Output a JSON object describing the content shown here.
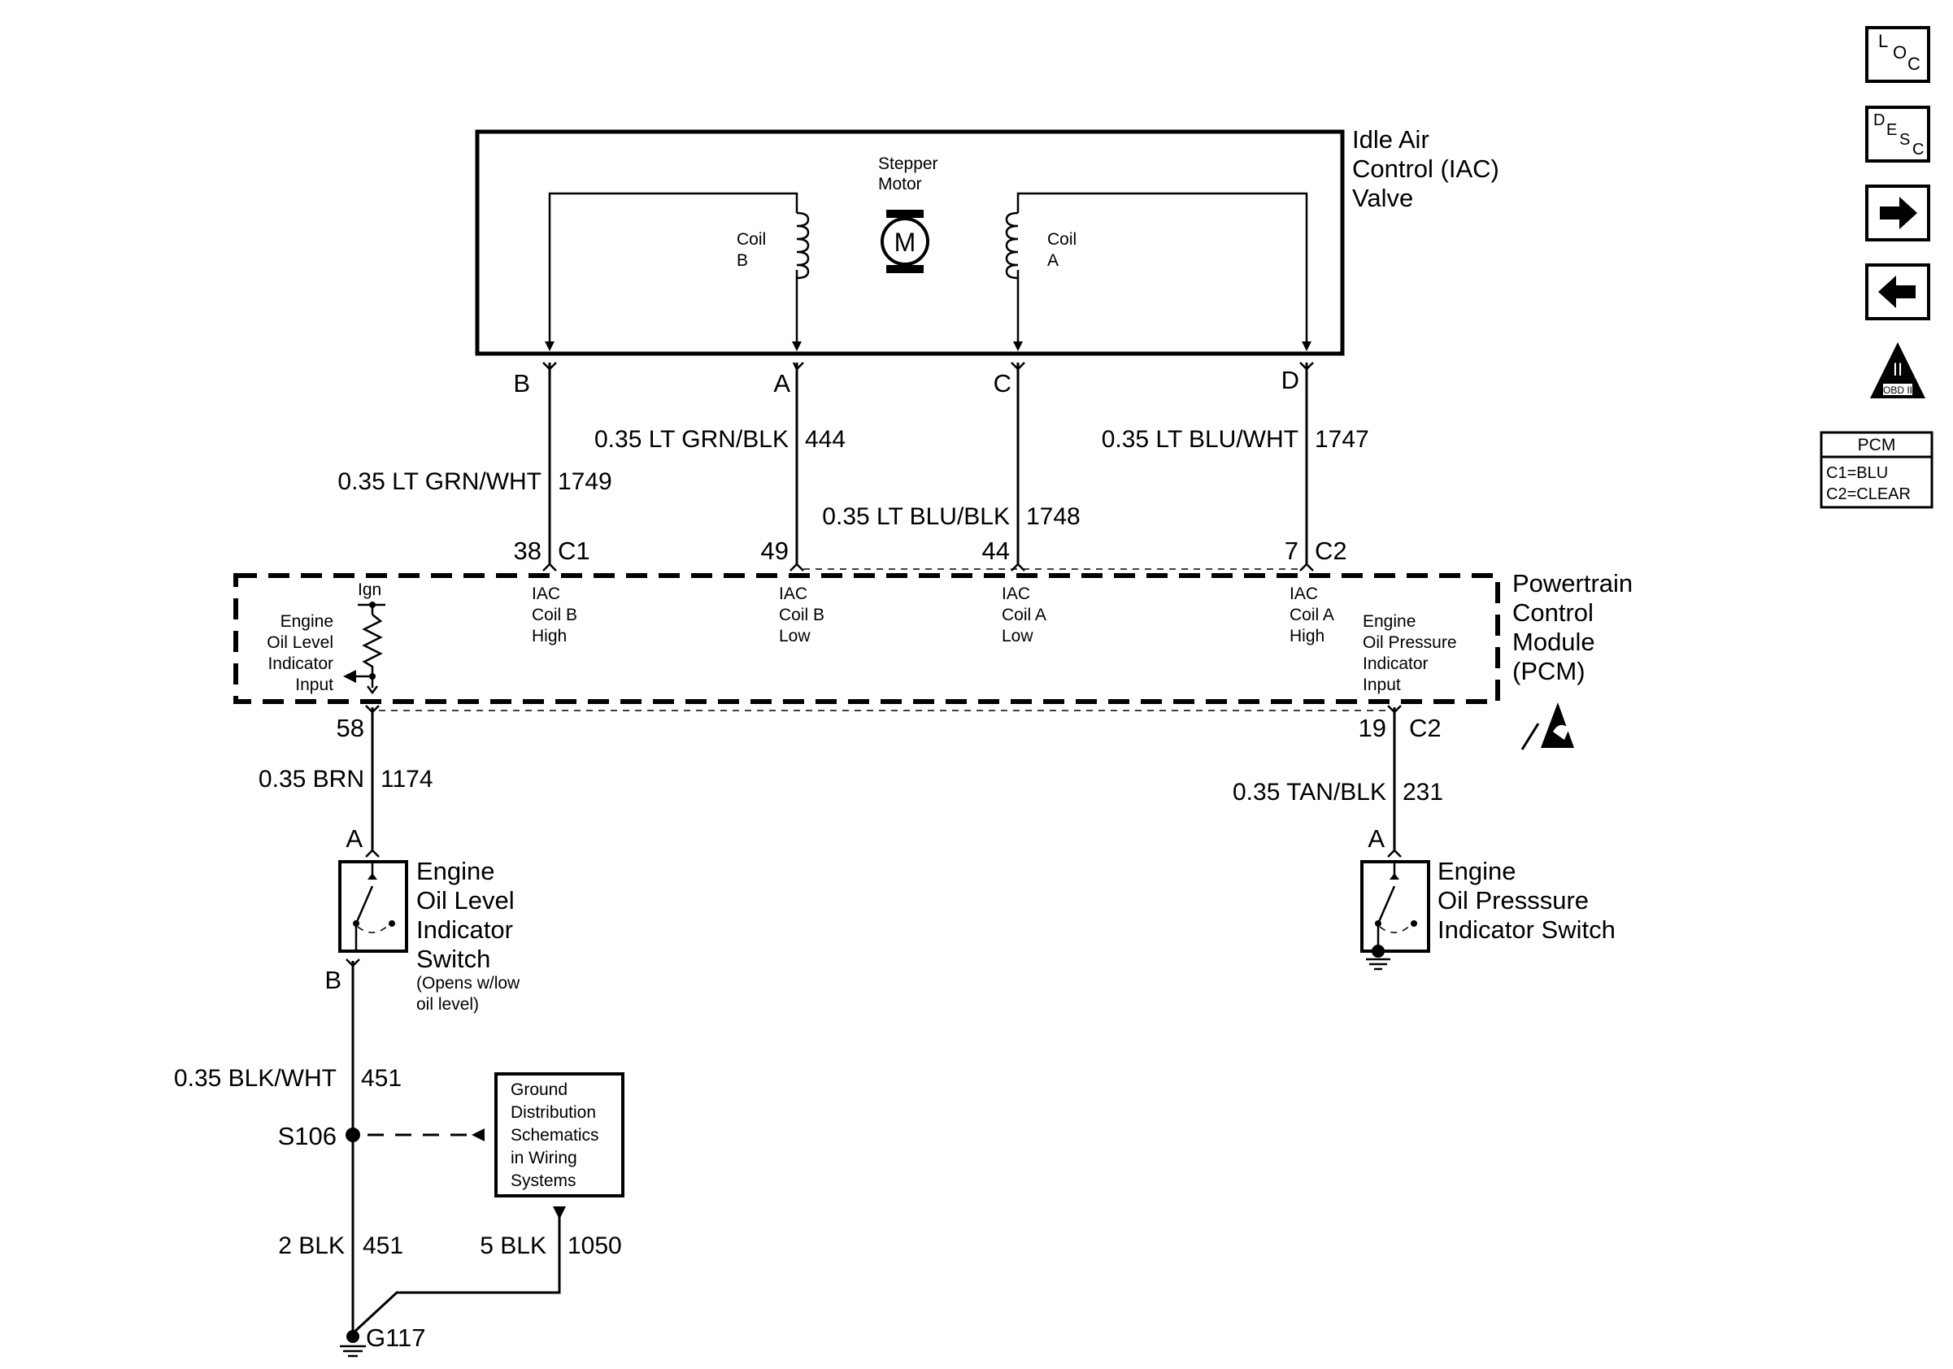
{
  "iac_valve": {
    "title_lines": [
      "Idle Air",
      "Control (IAC)",
      "Valve"
    ],
    "motor_lines": [
      "Stepper",
      "Motor"
    ],
    "motor_symbol": "M",
    "coil_b_lines": [
      "Coil",
      "B"
    ],
    "coil_a_lines": [
      "Coil",
      "A"
    ]
  },
  "iac_pins": [
    {
      "letter": "B",
      "wire_size_color": "0.35 LT GRN/WHT",
      "circuit": "1749",
      "pcm_pin": "38",
      "connector": "C1",
      "pcm_label_lines": [
        "IAC",
        "Coil B",
        "High"
      ]
    },
    {
      "letter": "A",
      "wire_size_color": "0.35 LT GRN/BLK",
      "circuit": "444",
      "pcm_pin": "49",
      "connector": "",
      "pcm_label_lines": [
        "IAC",
        "Coil B",
        "Low"
      ]
    },
    {
      "letter": "C",
      "wire_size_color": "0.35 LT BLU/BLK",
      "circuit": "1748",
      "pcm_pin": "44",
      "connector": "",
      "pcm_label_lines": [
        "IAC",
        "Coil A",
        "Low"
      ]
    },
    {
      "letter": "D",
      "wire_size_color": "0.35 LT BLU/WHT",
      "circuit": "1747",
      "pcm_pin": "7",
      "connector": "C2",
      "pcm_label_lines": [
        "IAC",
        "Coil A",
        "High"
      ]
    }
  ],
  "pcm": {
    "title_lines": [
      "Powertrain",
      "Control",
      "Module",
      "(PCM)"
    ],
    "ign_label": "Ign",
    "oil_level_input_lines": [
      "Engine",
      "Oil Level",
      "Indicator",
      "Input"
    ],
    "oil_pressure_input_lines": [
      "Engine",
      "Oil Pressure",
      "Indicator",
      "Input"
    ],
    "oil_level_pin": "58",
    "oil_pressure_pin": "19",
    "oil_pressure_connector": "C2"
  },
  "oil_level_circuit": {
    "wire_size_color": "0.35 BRN",
    "circuit": "1174",
    "switch_pin_top": "A",
    "switch_pin_bottom": "B",
    "switch_title_lines": [
      "Engine",
      "Oil Level",
      "Indicator",
      "Switch"
    ],
    "switch_note_lines": [
      "(Opens w/low",
      "oil level)"
    ],
    "ground_wire_size_color": "0.35 BLK/WHT",
    "ground_circuit": "451",
    "splice": "S106",
    "splice_wire_size_color": "2 BLK",
    "splice_circuit": "451",
    "ground": "G117",
    "ground_ref_lines": [
      "Ground",
      "Distribution",
      "Schematics",
      "in Wiring",
      "Systems"
    ],
    "ground_ref_wire_size_color": "5 BLK",
    "ground_ref_circuit": "1050"
  },
  "oil_pressure_circuit": {
    "wire_size_color": "0.35 TAN/BLK",
    "circuit": "231",
    "switch_pin": "A",
    "switch_title_lines": [
      "Engine",
      "Oil Presssure",
      "Indicator Switch"
    ]
  },
  "nav": {
    "loc": [
      "L",
      "O",
      "C"
    ],
    "desc": [
      "D",
      "E",
      "S",
      "C"
    ],
    "obd_label": "OBD II",
    "obd_roman": "II"
  },
  "pcm_legend": {
    "title": "PCM",
    "lines": [
      "C1=BLU",
      "C2=CLEAR"
    ]
  }
}
